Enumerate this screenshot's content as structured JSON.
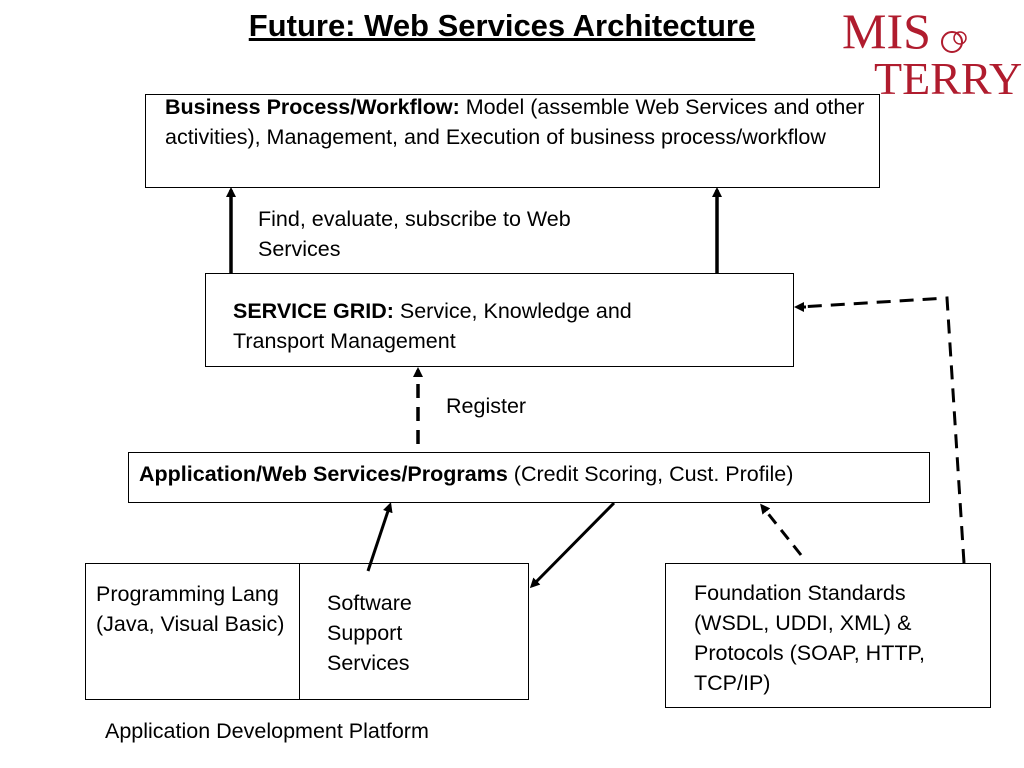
{
  "title": "Future: Web Services Architecture",
  "logo": {
    "line1": "MIS",
    "line2": "TERRY"
  },
  "colors": {
    "logo": "#b01c2e",
    "stroke": "#000000"
  },
  "business_box": {
    "bold": "Business Process/Workflow:",
    "text": " Model (assemble Web Services and other activities), Management,  and Execution of business process/workflow"
  },
  "find_label": "Find, evaluate, subscribe to Web Services",
  "grid_box": {
    "bold": "SERVICE GRID:",
    "text": " Service, Knowledge and Transport Management"
  },
  "register_label": "Register",
  "app_box": {
    "bold": "Application/Web Services/Programs",
    "text": " (Credit Scoring, Cust. Profile)"
  },
  "prog_box": {
    "text": "Programming Lang (Java, Visual Basic)"
  },
  "support_box": {
    "text": "Software Support Services"
  },
  "foundation_box": {
    "text": "Foundation Standards (WSDL, UDDI, XML) & Protocols (SOAP, HTTP, TCP/IP)"
  },
  "platform_label": "Application Development Platform"
}
